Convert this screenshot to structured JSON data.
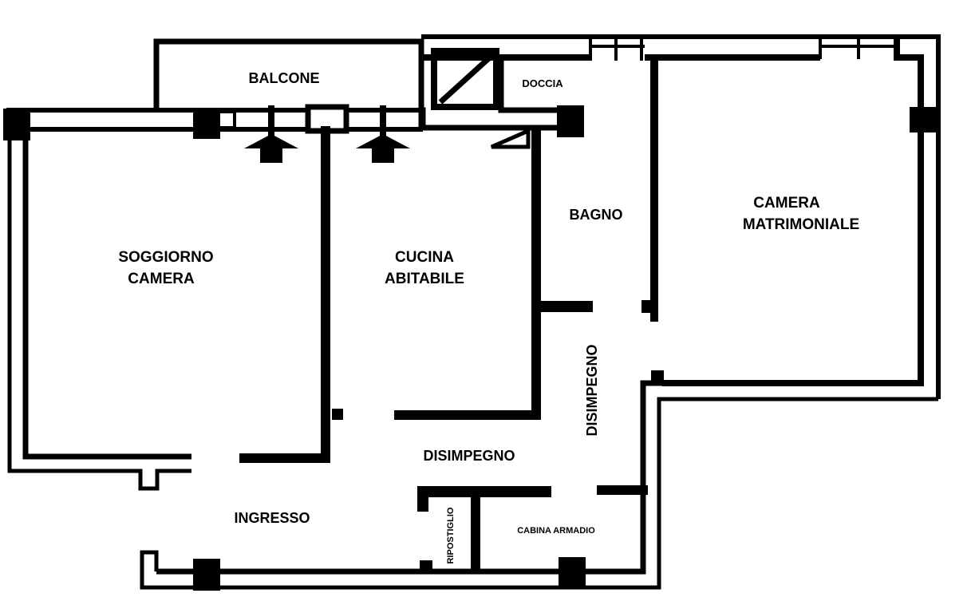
{
  "rooms": {
    "balcone": "BALCONE",
    "doccia": "DOCCIA",
    "bagno": "BAGNO",
    "camera_matrimoniale": [
      "CAMERA",
      "MATRIMONIALE"
    ],
    "soggiorno_camera": [
      "SOGGIORNO",
      "CAMERA"
    ],
    "cucina_abitabile": [
      "CUCINA",
      "ABITABILE"
    ],
    "disimpegno_vertical": "DISIMPEGNO",
    "disimpegno_horizontal": "DISIMPEGNO",
    "ingresso": "INGRESSO",
    "ripostiglio": "RIPOSTIGLIO",
    "cabina_armadio": "CABINA ARMADIO"
  },
  "colors": {
    "wall": "#000000",
    "background": "#ffffff"
  }
}
